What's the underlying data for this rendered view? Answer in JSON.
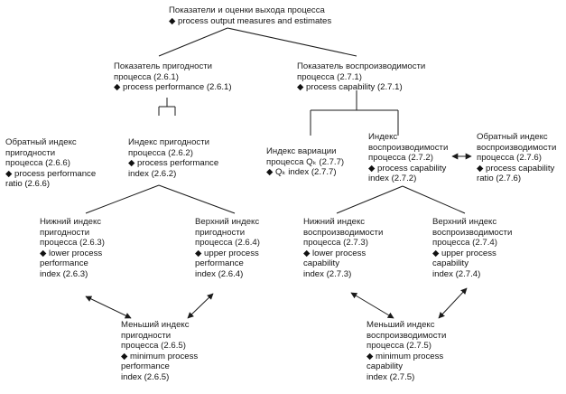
{
  "nodes": [
    {
      "key": "root",
      "lines_ru": [
        "Показатели и оценки выхода процесса"
      ],
      "lines_en": [
        "◆ process output measures and estimates"
      ]
    },
    {
      "key": "perf",
      "lines_ru": [
        "Показатель пригодности",
        "процесса (2.6.1)"
      ],
      "lines_en": [
        "◆ process performance (2.6.1)"
      ]
    },
    {
      "key": "cap",
      "lines_ru": [
        "Показатель воспроизводимости",
        "процесса (2.7.1)"
      ],
      "lines_en": [
        "◆ process capability (2.7.1)"
      ]
    },
    {
      "key": "perf_ratio",
      "lines_ru": [
        "Обратный индекс",
        "пригодности",
        "процесса (2.6.6)"
      ],
      "lines_en": [
        "◆ process performance",
        "ratio (2.6.6)"
      ]
    },
    {
      "key": "perf_index",
      "lines_ru": [
        "Индекс пригодности",
        "процесса (2.6.2)"
      ],
      "lines_en": [
        "◆ process performance",
        "index (2.6.2)"
      ]
    },
    {
      "key": "qk_index",
      "lines_ru": [
        "Индекс вариации",
        "процесса Qₖ (2.7.7)"
      ],
      "lines_en": [
        "◆ Qₖ index (2.7.7)"
      ]
    },
    {
      "key": "cap_index",
      "lines_ru": [
        "Индекс",
        "воспроизводимости",
        "процесса (2.7.2)"
      ],
      "lines_en": [
        "◆ process capability",
        "index (2.7.2)"
      ]
    },
    {
      "key": "cap_ratio",
      "lines_ru": [
        "Обратный индекс",
        "воспроизводимости",
        "процесса (2.7.6)"
      ],
      "lines_en": [
        "◆ process capability",
        "ratio (2.7.6)"
      ]
    },
    {
      "key": "lower_perf",
      "lines_ru": [
        "Нижний индекс",
        "пригодности",
        "процесса (2.6.3)"
      ],
      "lines_en": [
        "◆ lower process",
        "performance",
        "index (2.6.3)"
      ]
    },
    {
      "key": "upper_perf",
      "lines_ru": [
        "Верхний индекс",
        "пригодности",
        "процесса (2.6.4)"
      ],
      "lines_en": [
        "◆ upper process",
        "performance",
        "index (2.6.4)"
      ]
    },
    {
      "key": "lower_cap",
      "lines_ru": [
        "Нижний индекс",
        "воспроизводимости",
        "процесса (2.7.3)"
      ],
      "lines_en": [
        "◆ lower process",
        "capability",
        "index (2.7.3)"
      ]
    },
    {
      "key": "upper_cap",
      "lines_ru": [
        "Верхний индекс",
        "воспроизводимости",
        "процесса (2.7.4)"
      ],
      "lines_en": [
        "◆ upper process",
        "capability",
        "index (2.7.4)"
      ]
    },
    {
      "key": "min_perf",
      "lines_ru": [
        "Меньший индекс",
        "пригодности",
        "процесса (2.6.5)"
      ],
      "lines_en": [
        "◆ minimum process",
        "performance",
        "index (2.6.5)"
      ]
    },
    {
      "key": "min_cap",
      "lines_ru": [
        "Меньший индекс",
        "воспроизводимости",
        "процесса (2.7.5)"
      ],
      "lines_en": [
        "◆ minimum process",
        "capability",
        "index (2.7.5)"
      ]
    }
  ],
  "colors": {
    "line": "#1a1a1a",
    "text": "#111111",
    "background": "#ffffff"
  }
}
